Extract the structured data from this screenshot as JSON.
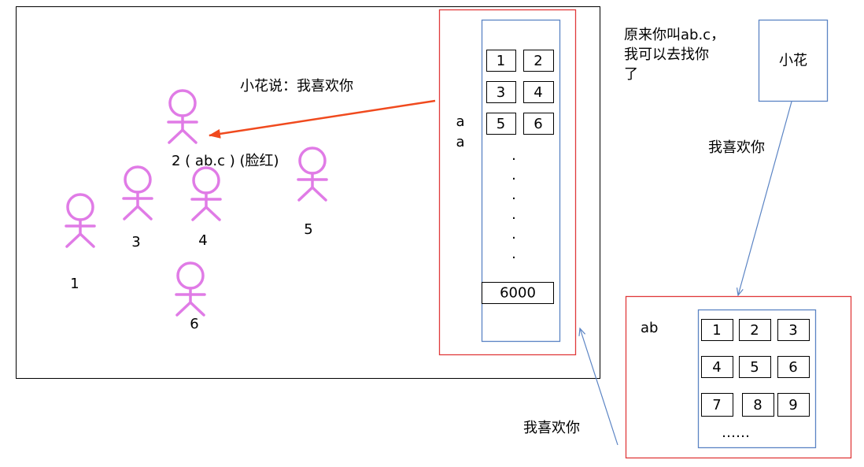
{
  "colors": {
    "frame": "#000000",
    "red_box": "#e0393a",
    "red_arrow": "#f04a1e",
    "blue": "#5b84c4",
    "figure": "#e07be6"
  },
  "crowd": {
    "speech": "小花说：我喜欢你",
    "figure_labels": [
      "1",
      "2 ( ab.c ) (脸红)",
      "3",
      "4",
      "5",
      "6"
    ]
  },
  "left_panel": {
    "side_label": [
      "a",
      "a"
    ],
    "cells": [
      "1",
      "2",
      "3",
      "4",
      "5",
      "6"
    ],
    "dots": [
      ".",
      ".",
      ".",
      ".",
      ".",
      "."
    ],
    "last_cell": "6000"
  },
  "note": {
    "lines": [
      "原来你叫ab.c，",
      "我可以去找你",
      "了"
    ]
  },
  "person_box": {
    "label": "小花"
  },
  "messages": {
    "to_right_panel": "我喜欢你",
    "to_left_panel": "我喜欢你"
  },
  "right_panel": {
    "label": "ab",
    "cells": [
      "1",
      "2",
      "3",
      "4",
      "5",
      "6",
      "7",
      "8",
      "9"
    ],
    "ellipsis": "……"
  }
}
